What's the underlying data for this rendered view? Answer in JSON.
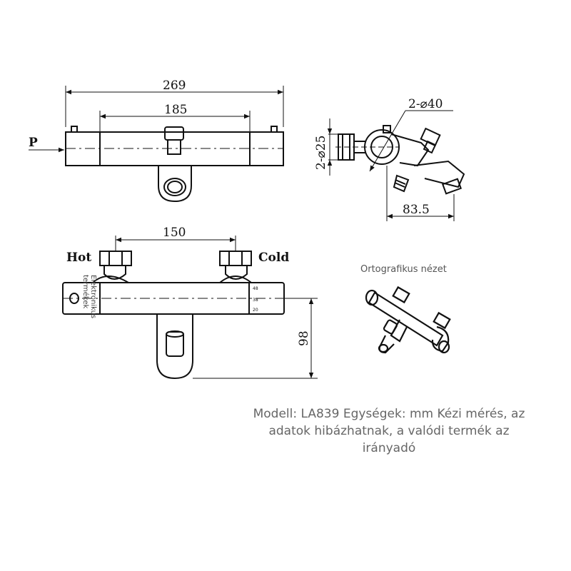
{
  "top_view": {
    "dim_overall": "269",
    "dim_inner": "185",
    "inlet_label": "P"
  },
  "side_view": {
    "dim_diameter": "2-⌀40",
    "dim_thread": "2-⌀25",
    "dim_depth": "83.5"
  },
  "front_view": {
    "dim_spacing": "150",
    "dim_height": "98",
    "hot_label": "Hot",
    "cold_label": "Cold",
    "scale_marks": [
      "48",
      "38",
      "20"
    ],
    "watermark_line1": "Elektronikus",
    "watermark_line2": "termékek"
  },
  "iso_view": {
    "caption": "Ortografikus nézet"
  },
  "note": {
    "line1": "Modell: LA839 Egységek: mm Kézi mérés, az",
    "line2": "adatok hibázhatnak, a valódi termék az",
    "line3": "irányadó"
  }
}
